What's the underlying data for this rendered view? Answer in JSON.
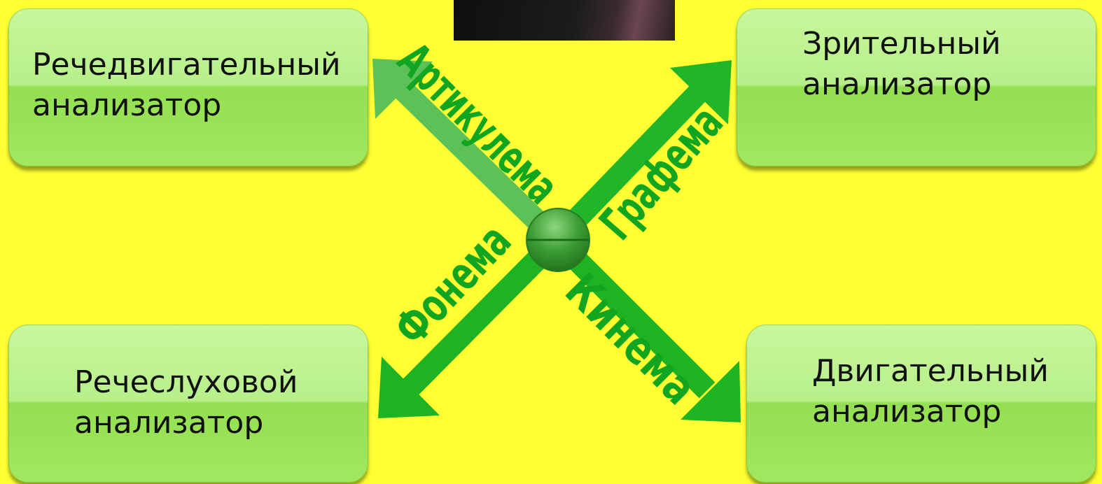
{
  "boxes": {
    "top_left": {
      "line1": "Речедвигательный",
      "line2": "анализатор"
    },
    "top_right": {
      "line1": "Зрительный",
      "line2": "анализатор"
    },
    "bottom_left": {
      "line1": "Речеслуховой",
      "line2": "анализатор"
    },
    "bottom_right": {
      "line1": "Двигательный",
      "line2": "анализатор"
    }
  },
  "arrow_labels": {
    "top_left": "Артикулема",
    "top_right": "Графема",
    "bottom_left": "Фонема",
    "bottom_right": "Кинема"
  },
  "colors": {
    "background": "#ffff33",
    "arrow_light": "#5cc157",
    "arrow_dark": "#1fb324",
    "label_green": "#11a520",
    "box_green": "#a2e760"
  }
}
